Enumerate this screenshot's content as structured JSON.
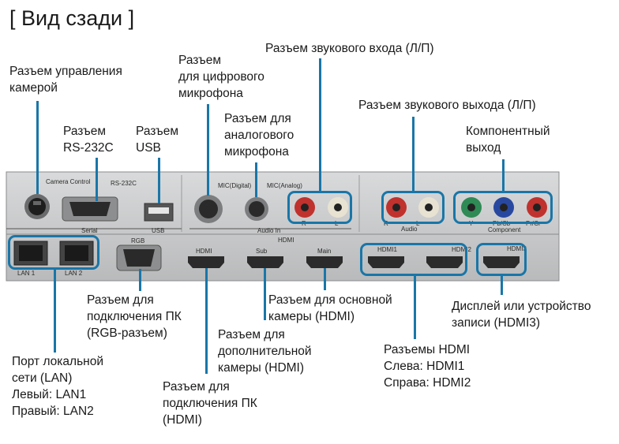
{
  "title": "[ Вид сзади ]",
  "labels": {
    "camera_control": [
      "Разъем управления",
      "камерой"
    ],
    "rs232": [
      "Разъем",
      "RS-232C"
    ],
    "usb": [
      "Разъем",
      "USB"
    ],
    "mic_digital": [
      "Разъем",
      "для цифрового",
      "микрофона"
    ],
    "mic_analog": [
      "Разъем для",
      "аналогового",
      "микрофона"
    ],
    "audio_in": [
      "Разъем звукового входа (Л/П)"
    ],
    "audio_out": [
      "Разъем звукового выхода (Л/П)"
    ],
    "component": [
      "Компонентный",
      "выход"
    ],
    "rgb": [
      "Разъем для",
      "подключения ПК",
      "(RGB-разъем)"
    ],
    "hdmi_main": [
      "Разъем для основной",
      "камеры (HDMI)"
    ],
    "hdmi3": [
      "Дисплей или устройство",
      "записи (HDMI3)"
    ],
    "hdmi_sub": [
      "Разъем для",
      "дополнительной",
      "камеры (HDMI)"
    ],
    "hdmi12": [
      "Разъемы HDMI",
      "Слева: HDMI1",
      "Справа: HDMI2"
    ],
    "lan": [
      "Порт локальной",
      "сети (LAN)",
      "Левый: LAN1",
      "Правый: LAN2"
    ],
    "hdmi_pc": [
      "Разъем для",
      "подключения ПК",
      "(HDMI)"
    ]
  },
  "panel_labels": {
    "camera_control": "Camera Control",
    "serial": "Serial",
    "rs232c": "RS-232C",
    "usb": "USB",
    "mic_digital": "MIC(Digital)",
    "mic_analog": "MIC(Analog)",
    "audio_in": "Audio In",
    "r": "R",
    "l": "L",
    "audio": "Audio",
    "component": "Component",
    "y": "Y",
    "pb": "Pb/Cb",
    "pr": "Pr/Cr",
    "lan1": "LAN 1",
    "lan2": "LAN 2",
    "rgb": "RGB",
    "hdmi": "HDMI",
    "sub": "Sub",
    "main": "Main",
    "hdmi1": "HDMI1",
    "hdmi2": "HDMI2",
    "hdmi3": "HDMI3"
  },
  "colors": {
    "accent": "#1976a8",
    "panel": "#c9cacb",
    "rca_red": "#c0322e",
    "rca_white": "#e8e2d2",
    "rca_green": "#2f8a55",
    "rca_blue": "#2848a0"
  }
}
